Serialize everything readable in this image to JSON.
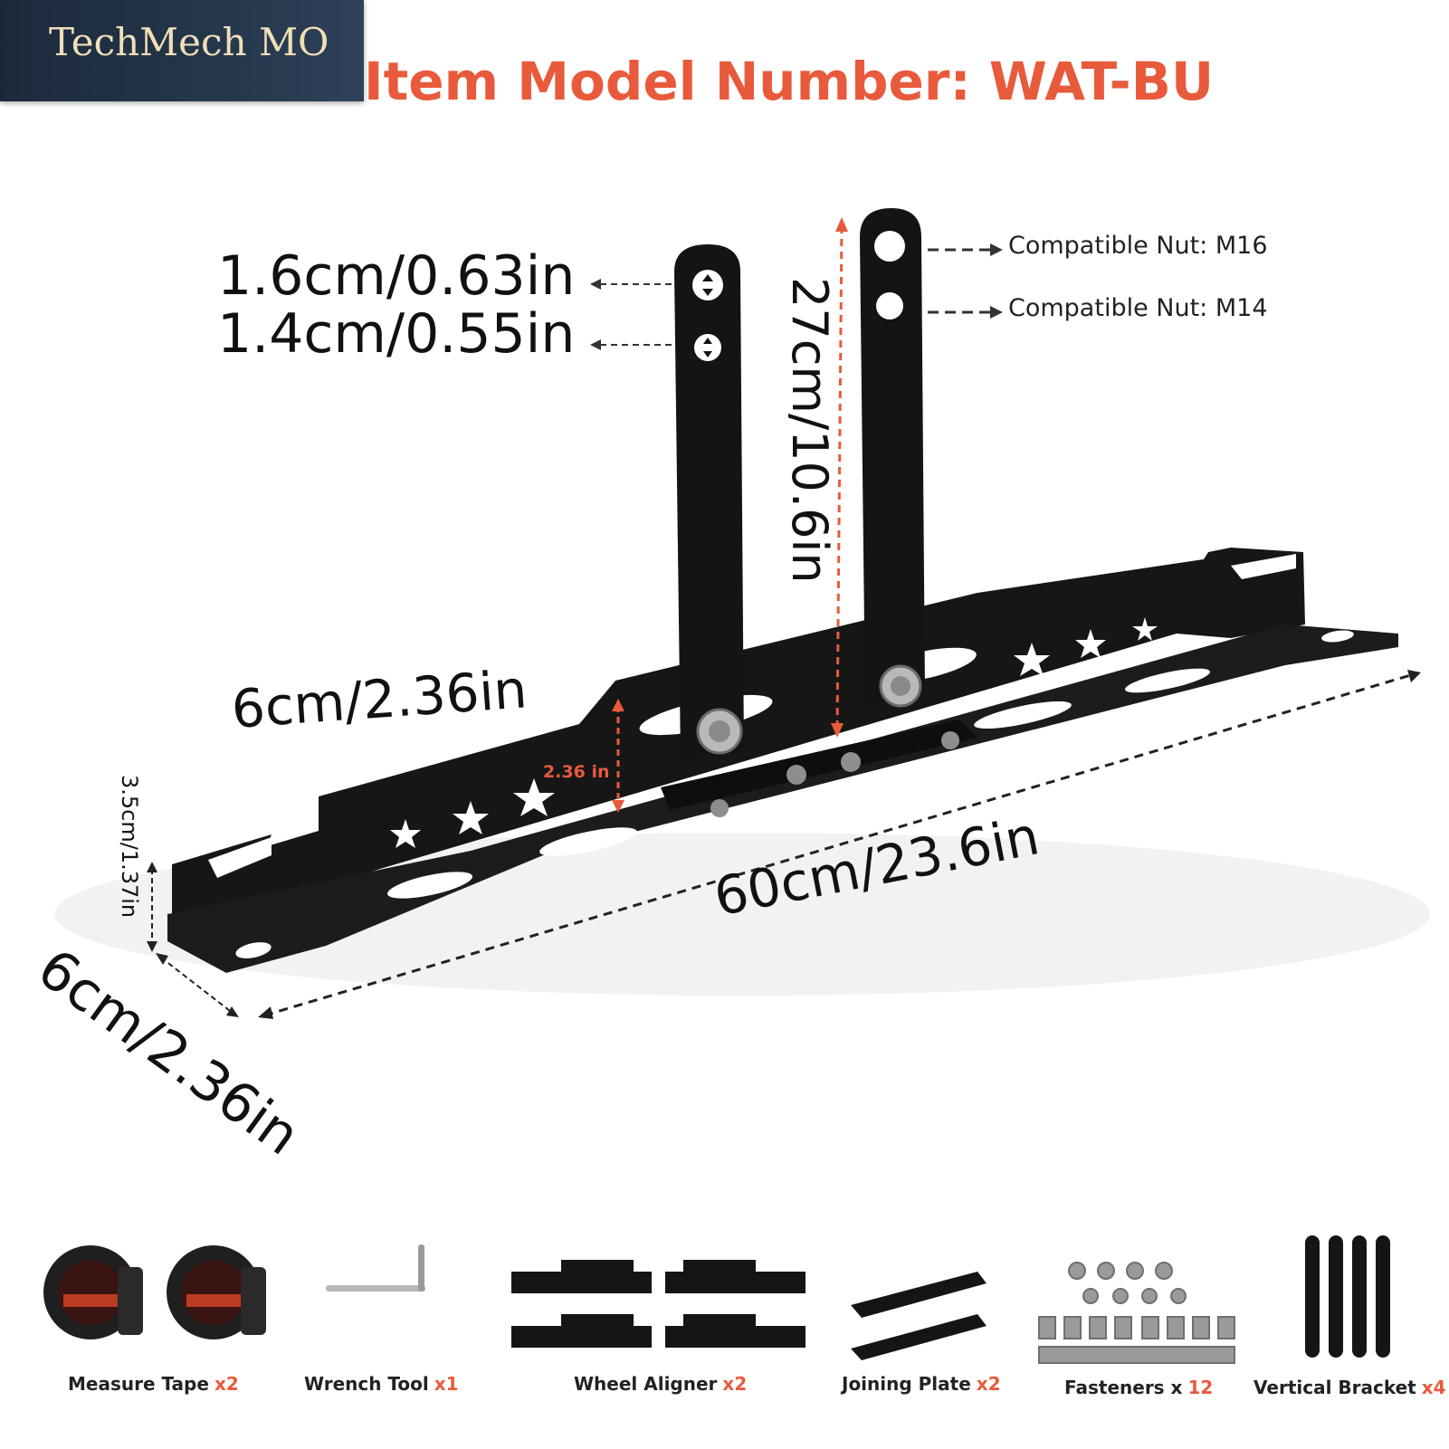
{
  "watermark": {
    "text": "TechMech MO"
  },
  "title": "Item Model Number: WAT-BU",
  "dimensions": {
    "hole_large": "1.6cm/0.63in",
    "hole_small": "1.4cm/0.55in",
    "upright_height": "27cm/10.6in",
    "side_height": "6cm/2.36in",
    "side_height_inch": "2.36 in",
    "total_length": "60cm/23.6in",
    "flange_height": "3.5cm/1.37in",
    "depth": "6cm/2.36in"
  },
  "nuts": {
    "upper": "Compatible Nut: M16",
    "lower": "Compatible Nut: M14"
  },
  "accessories": [
    {
      "name": "Measure Tape",
      "qty": "x2"
    },
    {
      "name": "Wrench Tool",
      "qty": "x1"
    },
    {
      "name": "Wheel Aligner",
      "qty": "x2"
    },
    {
      "name": "Joining Plate",
      "qty": "x2"
    },
    {
      "name": "Fasteners x",
      "qty": "12"
    },
    {
      "name": "Vertical Bracket",
      "qty": "x4"
    }
  ],
  "colors": {
    "accent": "#e85a3c",
    "bracket": "#151515",
    "text": "#111111"
  }
}
